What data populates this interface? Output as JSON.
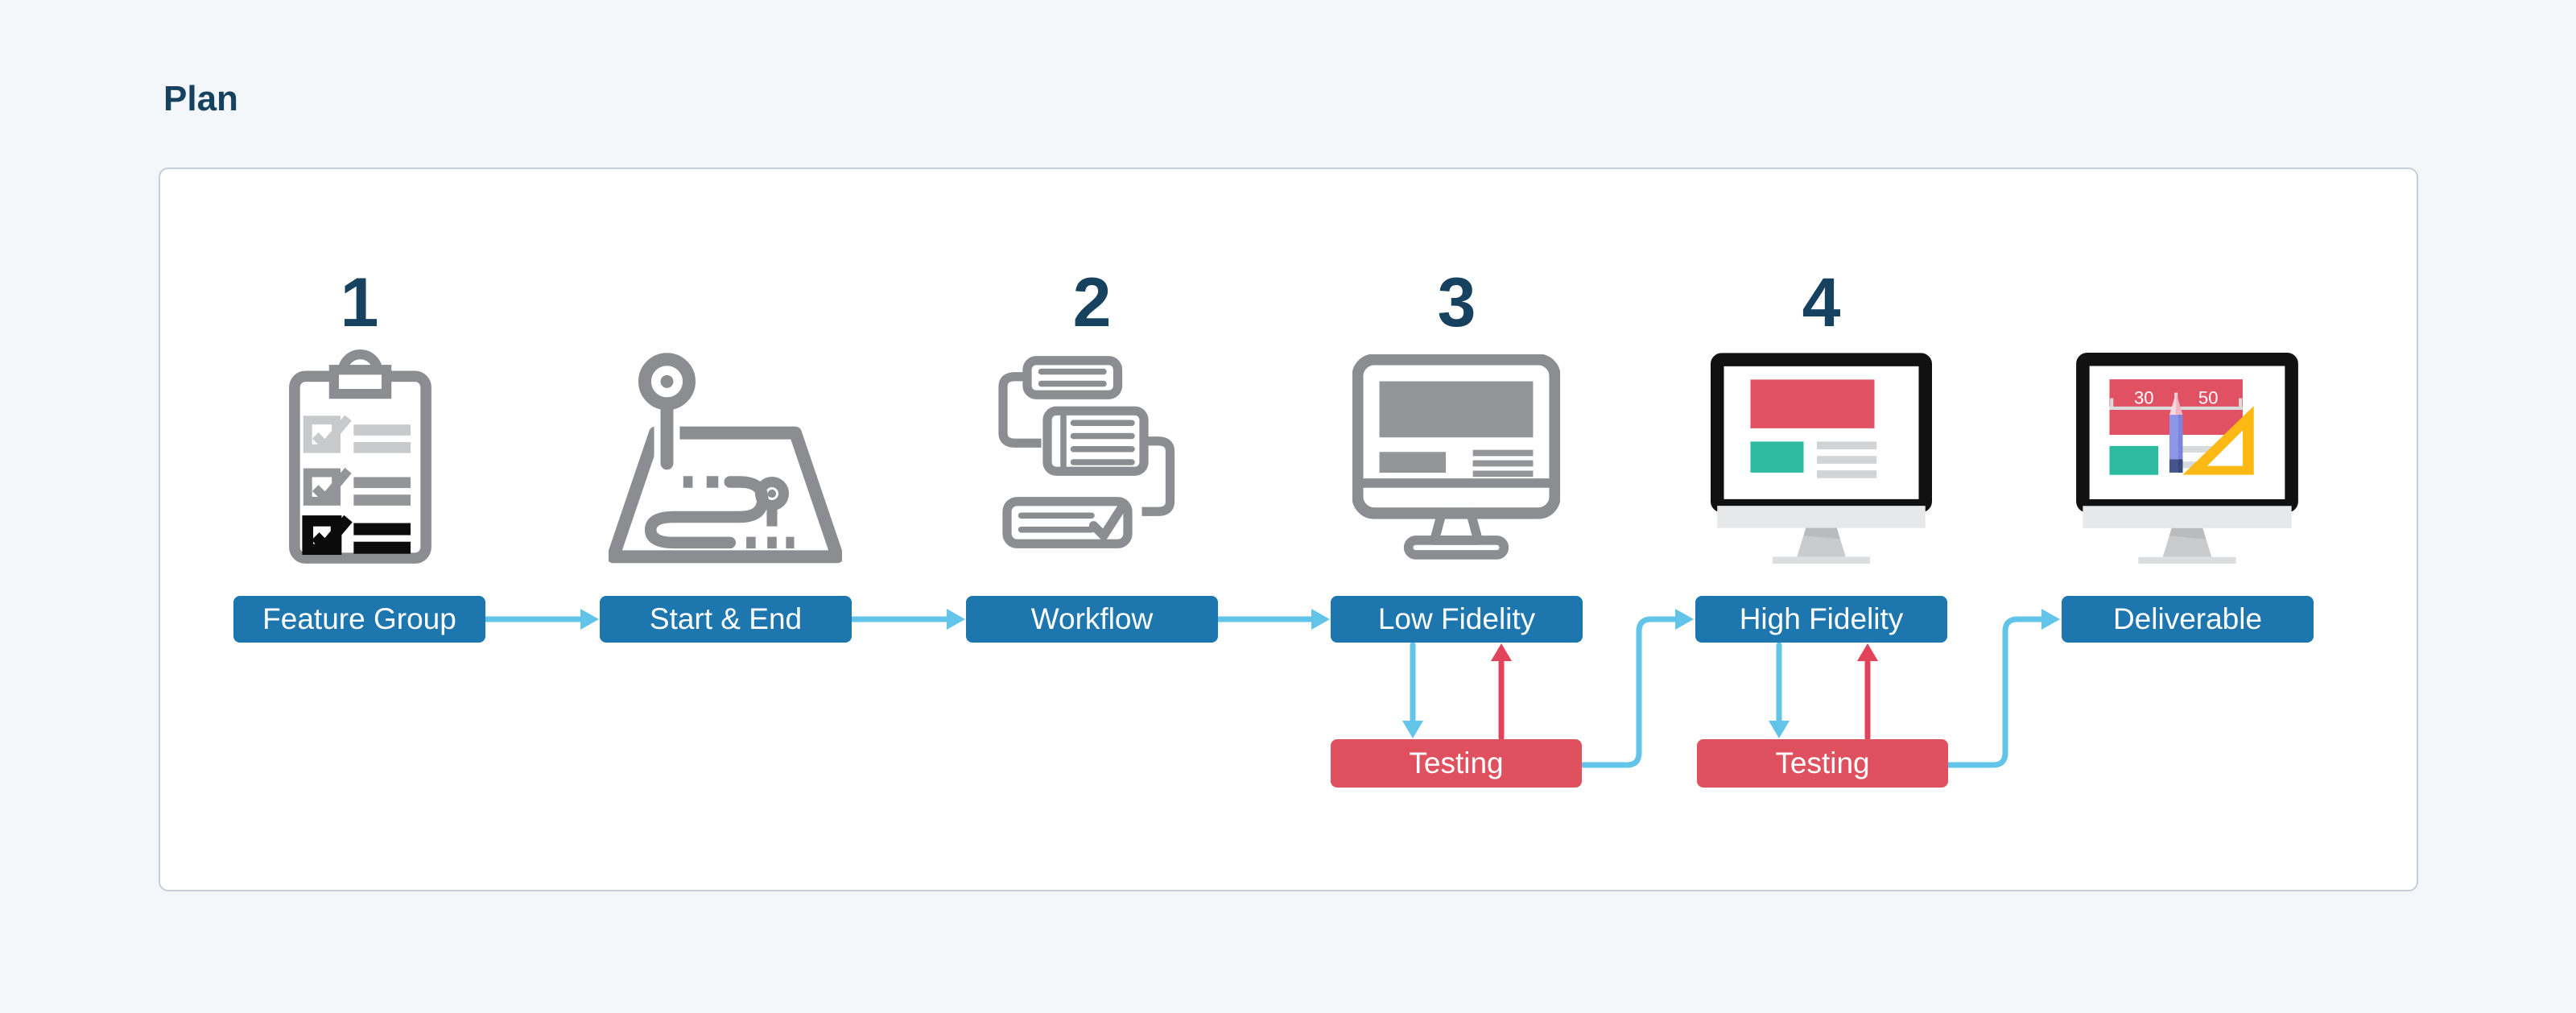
{
  "page": {
    "title": "Plan"
  },
  "colors": {
    "background": "#f3f7f9",
    "card_bg": "#ffffff",
    "card_border": "#c7ced8",
    "heading": "#16415f",
    "step_box": "#1d76ad",
    "testing_box": "#e0515f",
    "arrow_blue": "#63c4e9",
    "arrow_red": "#e0435a",
    "icon_gray": "#8b8d90",
    "accent_red": "#e05263",
    "accent_teal": "#2cbba0",
    "accent_yellow": "#fcb813"
  },
  "steps": [
    {
      "number": "1",
      "label": "Feature Group",
      "icon": "clipboard-checklist"
    },
    {
      "number": "",
      "label": "Start & End",
      "icon": "map-route"
    },
    {
      "number": "2",
      "label": "Workflow",
      "icon": "workflow-cards"
    },
    {
      "number": "3",
      "label": "Low Fidelity",
      "icon": "wireframe-monitor"
    },
    {
      "number": "4",
      "label": "High Fidelity",
      "icon": "mockup-monitor"
    },
    {
      "number": "",
      "label": "Deliverable",
      "icon": "design-tools-monitor"
    }
  ],
  "testing_boxes": [
    {
      "label": "Testing"
    },
    {
      "label": "Testing"
    }
  ],
  "deliverable_screen": {
    "left_value": "30",
    "right_value": "50"
  }
}
